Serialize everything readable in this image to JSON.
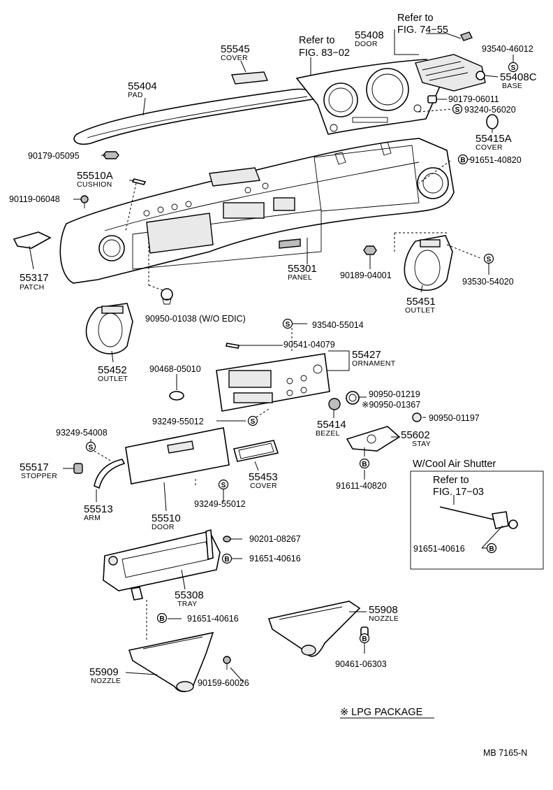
{
  "diagram_code": "MB 7165-N",
  "notes": {
    "refer_fig74": [
      "Refer to",
      "FIG. 74−55"
    ],
    "refer_fig83": [
      "Refer to",
      "FIG. 83−02"
    ],
    "refer_fig17": [
      "Refer to",
      "FIG. 17−03"
    ],
    "cool_air": "W/Cool Air Shutter",
    "lpg": "※ LPG PACKAGE"
  },
  "parts": {
    "p55545": {
      "num": "55545",
      "name": "COVER"
    },
    "p55404": {
      "num": "55404",
      "name": "PAD"
    },
    "p55408": {
      "num": "55408",
      "name": "DOOR"
    },
    "p55408c": {
      "num": "55408C",
      "name": "BASE"
    },
    "p55415a": {
      "num": "55415A",
      "name": "COVER"
    },
    "p55510a": {
      "num": "55510A",
      "name": "CUSHION"
    },
    "p55317": {
      "num": "55317",
      "name": "PATCH"
    },
    "p55301": {
      "num": "55301",
      "name": "PANEL"
    },
    "p55451": {
      "num": "55451",
      "name": "OUTLET"
    },
    "p55452": {
      "num": "55452",
      "name": "OUTLET"
    },
    "p55427": {
      "num": "55427",
      "name": "ORNAMENT"
    },
    "p55414": {
      "num": "55414",
      "name": "BEZEL"
    },
    "p55602": {
      "num": "55602",
      "name": "STAY"
    },
    "p55517": {
      "num": "55517",
      "name": "STOPPER"
    },
    "p55453": {
      "num": "55453",
      "name": "COVER"
    },
    "p55513": {
      "num": "55513",
      "name": "ARM"
    },
    "p55510": {
      "num": "55510",
      "name": "DOOR"
    },
    "p55308": {
      "num": "55308",
      "name": "TRAY"
    },
    "p55908": {
      "num": "55908",
      "name": "NOZZLE"
    },
    "p55909": {
      "num": "55909",
      "name": "NOZZLE"
    }
  },
  "fasteners": {
    "f93540_46012": "93540-46012",
    "f90179_06011": "90179-06011",
    "f93240_56020": "93240-56020",
    "f90179_05095": "90179-05095",
    "f91651_40820": "91651-40820",
    "f90119_06048": "90119-06048",
    "f90189_04001": "90189-04001",
    "f93530_54020": "93530-54020",
    "f90950_01038": "90950-01038 (W/O EDIC)",
    "f93540_55014": "93540-55014",
    "f90541_04079": "90541-04079",
    "f90468_05010": "90468-05010",
    "f90950_01219": "90950-01219",
    "f90950_01367": "※90950-01367",
    "f93249_55012_a": "93249-55012",
    "f90950_01197": "90950-01197",
    "f93249_54008": "93249-54008",
    "f91611_40820": "91611-40820",
    "f93249_55012_b": "93249-55012",
    "f91651_40616_a": "91651-40616",
    "f90201_08267": "90201-08267",
    "f91651_40616_b": "91651-40616",
    "f91651_40616_c": "91651-40616",
    "f90461_06303": "90461-06303",
    "f90159_60026": "90159-60026"
  },
  "badges": {
    "s": "S",
    "b": "B"
  }
}
